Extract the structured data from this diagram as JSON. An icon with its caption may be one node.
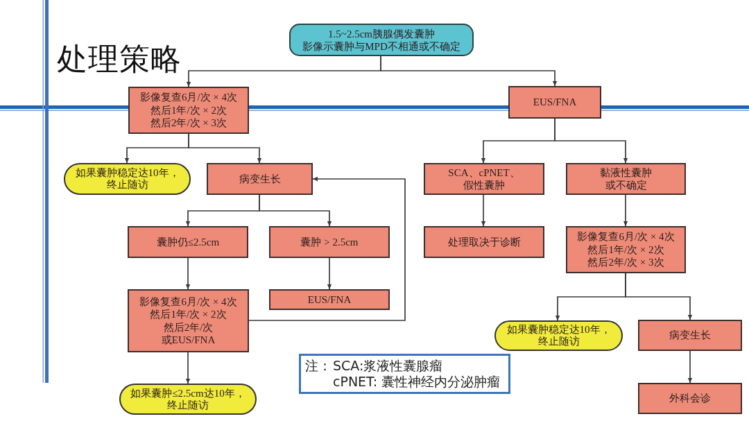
{
  "diagram": {
    "title": "处理策略",
    "nodes": [
      {
        "text": [
          "1.5~2.5cm胰腺偶发囊肿影像示囊肿与MPD不相通或不确定"
        ]
      },
      {
        "text": [
          "影像复查6月/次 × 4次然后1年/次 × 2次然后2年/次 × 3次"
        ]
      },
      {
        "text": [
          "EUS/FNA"
        ]
      },
      {
        "text": [
          "如果囊肿稳定达10年，终止随访"
        ]
      },
      {
        "text": [
          "病变生长"
        ]
      },
      {
        "text": [
          "SCA、cPNET、假性囊肿"
        ]
      },
      {
        "text": [
          "黏液性囊肿或不确定"
        ]
      },
      {
        "text": [
          "囊肿仍≤2.5cm"
        ]
      },
      {
        "text": [
          "囊肿 > 2.5cm"
        ]
      },
      {
        "text": [
          "处理取决于诊断"
        ]
      },
      {
        "text": [
          "影像复查6月/次 × 4次然后1年/次 × 2次然后2年/次 × 3次"
        ]
      },
      {
        "text": [
          "影像复查6月/次 × 4次然后1年/次 × 2次然后2年/次或EUS/FNA"
        ]
      },
      {
        "text": [
          "EUS/FNA"
        ]
      },
      {
        "text": [
          "如果囊肿稳定达10年，终止随访"
        ]
      },
      {
        "text": [
          "病变生长"
        ]
      },
      {
        "text": [
          "注：",
          "SCA:浆液性囊腺瘤",
          "cPNET: 囊性神经内分泌肿瘤"
        ]
      },
      {
        "text": [
          "如果囊肿≤2.5cm达10年，终止随访"
        ]
      },
      {
        "text": [
          "外科会诊"
        ]
      }
    ],
    "edges": [
      {
        "from": 0,
        "to": 1,
        "arrow": "to"
      },
      {
        "from": 0,
        "to": 2,
        "arrow": "to"
      },
      {
        "from": 1,
        "to": 3,
        "arrow": "to"
      },
      {
        "from": 1,
        "to": 4,
        "arrow": "to"
      },
      {
        "from": 2,
        "to": 5,
        "arrow": "to"
      },
      {
        "from": 2,
        "to": 6,
        "arrow": "to"
      },
      {
        "from": 4,
        "to": 7,
        "arrow": "to"
      },
      {
        "from": 4,
        "to": 8,
        "arrow": "to"
      },
      {
        "from": 5,
        "to": 9,
        "arrow": "to"
      },
      {
        "from": 6,
        "to": 10,
        "arrow": "to"
      },
      {
        "from": 7,
        "to": 11,
        "arrow": "to"
      },
      {
        "from": 8,
        "to": 12,
        "arrow": "to"
      },
      {
        "from": 11,
        "to": 4,
        "arrow": "to"
      },
      {
        "from": 10,
        "to": 13,
        "arrow": "to"
      },
      {
        "from": 10,
        "to": 14,
        "arrow": "to"
      },
      {
        "from": 11,
        "to": 16,
        "arrow": "to"
      },
      {
        "from": 14,
        "to": 17,
        "arrow": "to"
      }
    ]
  }
}
